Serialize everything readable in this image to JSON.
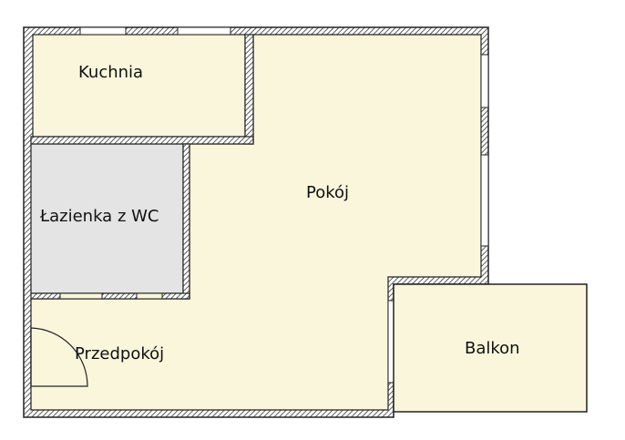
{
  "floor_plan": {
    "rooms": {
      "kitchen": {
        "label": "Kuchnia"
      },
      "bathroom": {
        "label": "Łazienka z WC"
      },
      "living_room": {
        "label": "Pokój"
      },
      "hallway": {
        "label": "Przedpokój"
      },
      "balcony": {
        "label": "Balkon"
      }
    },
    "colors": {
      "room_fill": "#faf6dc",
      "bathroom_fill": "#e4e4e4",
      "wall": "#444444",
      "outline": "#222222"
    }
  }
}
